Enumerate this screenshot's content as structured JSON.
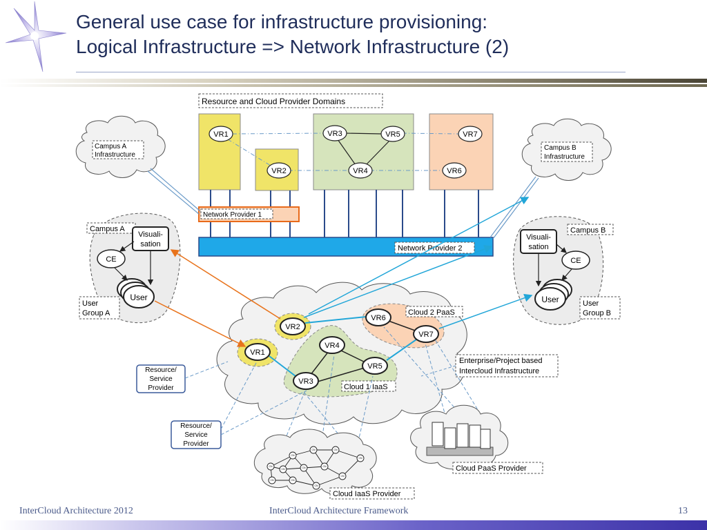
{
  "slide": {
    "title_line1": "General use case for infrastructure provisioning:",
    "title_line2": "Logical Infrastructure => Network Infrastructure (2)",
    "footer_left": "InterCloud Architecture 2012",
    "footer_center": "InterCloud Architecture Framework",
    "page_number": "13"
  },
  "diagram": {
    "domains_label": "Resource and Cloud Provider Domains",
    "campus_a_infra": [
      "Campus A",
      "Infrastructure"
    ],
    "campus_b_infra": [
      "Campus B",
      "Infrastructure"
    ],
    "network_provider_1": "Network Provider 1",
    "network_provider_2": "Network Provider 2",
    "top_routers": [
      "VR1",
      "VR2",
      "VR3",
      "VR5",
      "VR4",
      "VR7",
      "VR6"
    ],
    "campus_a": "Campus A",
    "campus_b": "Campus B",
    "visualisation": [
      "Visuali-",
      "sation"
    ],
    "ce": "CE",
    "user": "User",
    "user_group_a": [
      "User",
      "Group A"
    ],
    "user_group_b": [
      "User",
      "Group B"
    ],
    "cloud_routers": [
      "VR1",
      "VR2",
      "VR3",
      "VR4",
      "VR5",
      "VR6",
      "VR7"
    ],
    "cloud2_paas": "Cloud 2 PaaS",
    "cloud1_iaas": "Cloud 1 IaaS",
    "enterprise_label": [
      "Enterprise/Project based",
      "Intercloud Infrastructure"
    ],
    "resource_provider_1": [
      "Resource/",
      "Service",
      "Provider"
    ],
    "resource_provider_2": [
      "Resource/",
      "Service",
      "Provider"
    ],
    "cloud_paas_provider": "Cloud PaaS Provider",
    "cloud_iaas_provider": "Cloud IaaS Provider",
    "cn": "CN"
  },
  "colors": {
    "title": "#1f2d5a",
    "yellow_box": "#f0e468",
    "green_box": "#d6e4bc",
    "peach_box": "#fbd3b5",
    "net_provider_2": "#1fa8e8",
    "net_provider_1_border": "#e86a1a",
    "cloud_fill": "#f2f2f2",
    "link_blue": "#22a6d8",
    "link_orange": "#e8731c"
  }
}
